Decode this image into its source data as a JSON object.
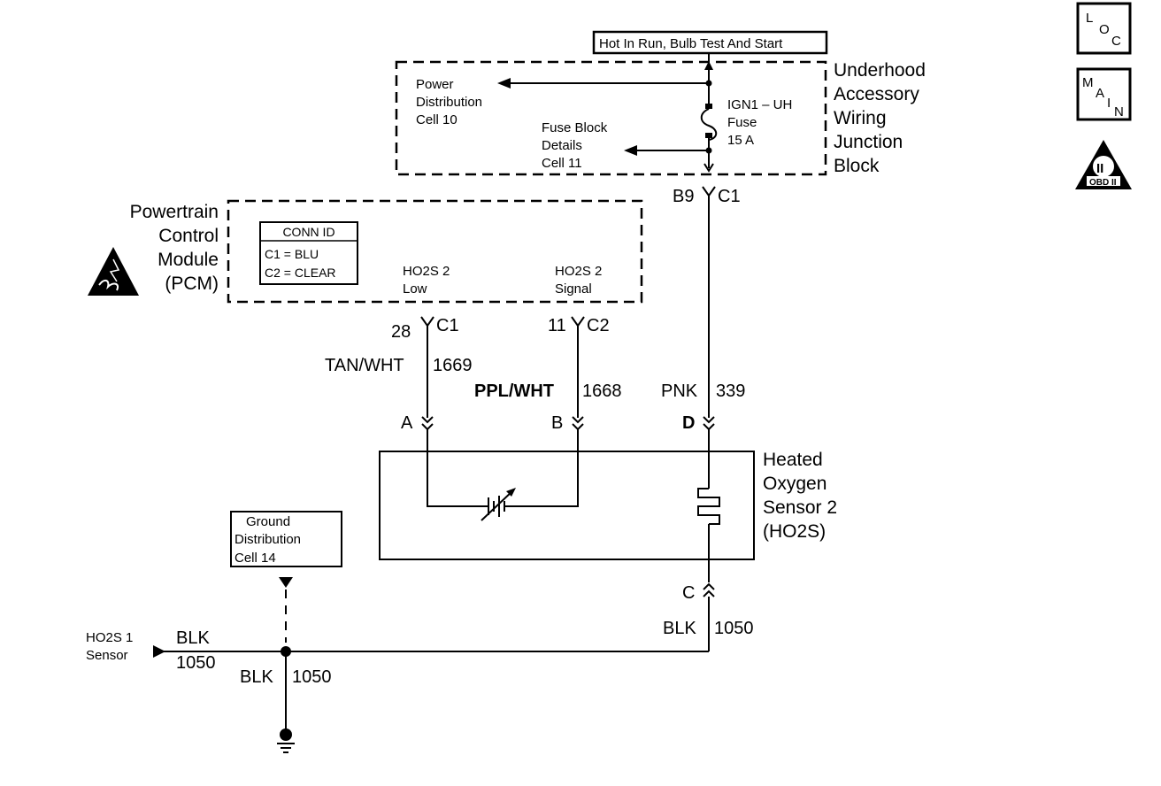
{
  "header_box": "Hot In Run, Bulb Test And Start",
  "icons": {
    "loc": [
      "L",
      "O",
      "C"
    ],
    "main": [
      "M",
      "A",
      "I",
      "N"
    ],
    "obd": {
      "numeral": "II",
      "label": "OBD II"
    }
  },
  "junction_block": {
    "title_lines": [
      "Underhood",
      "Accessory",
      "Wiring",
      "Junction",
      "Block"
    ],
    "power_dist": [
      "Power",
      "Distribution",
      "Cell 10"
    ],
    "fuse_details": [
      "Fuse Block",
      "Details",
      "Cell 11"
    ],
    "fuse": [
      "IGN1 – UH",
      "Fuse",
      "15 A"
    ],
    "connector": {
      "pin": "B9",
      "conn": "C1"
    }
  },
  "pcm": {
    "title_lines": [
      "Powertrain",
      "Control",
      "Module",
      "(PCM)"
    ],
    "conn_id_title": "CONN ID",
    "conn_id_lines": [
      "C1 = BLU",
      "C2 = CLEAR"
    ],
    "ho2s_low": [
      "HO2S 2",
      "Low"
    ],
    "ho2s_signal": [
      "HO2S 2",
      "Signal"
    ],
    "pin_low": {
      "pin": "28",
      "conn": "C1"
    },
    "pin_signal": {
      "pin": "11",
      "conn": "C2"
    }
  },
  "wires": {
    "tan": {
      "color": "TAN/WHT",
      "circuit": "1669"
    },
    "ppl": {
      "color": "PPL/WHT",
      "circuit": "1668"
    },
    "pnk": {
      "color": "PNK",
      "circuit": "339"
    },
    "blk_sensor": {
      "color": "BLK",
      "circuit": "1050"
    },
    "blk_left": {
      "color": "BLK",
      "circuit": "1050"
    },
    "blk_ground": {
      "color": "BLK",
      "circuit": "1050"
    }
  },
  "sensor": {
    "title_lines": [
      "Heated",
      "Oxygen",
      "Sensor 2",
      "(HO2S)"
    ],
    "pins": {
      "a": "A",
      "b": "B",
      "d": "D",
      "c": "C"
    }
  },
  "ground_dist": [
    "Ground",
    "Distribution",
    "Cell 14"
  ],
  "ho2s1": [
    "HO2S 1",
    "Sensor"
  ]
}
